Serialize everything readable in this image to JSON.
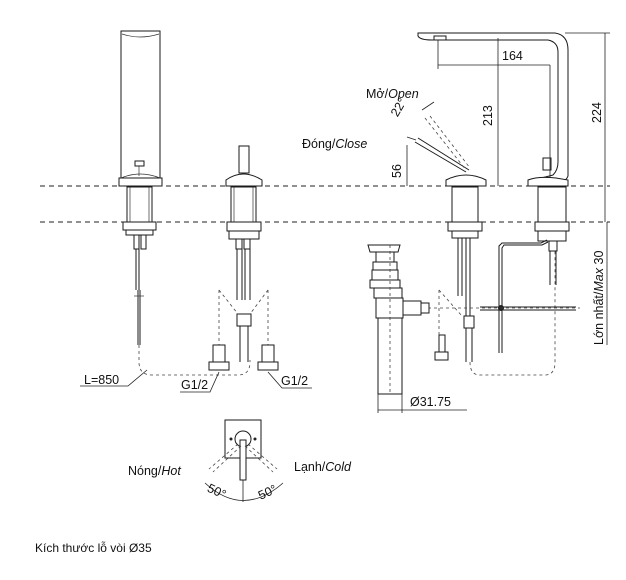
{
  "drawing": {
    "title": "Faucet installation dimension drawing",
    "dimensions": {
      "spout_reach": "164",
      "spout_height": "213",
      "total_height": "224",
      "lever_height": "56",
      "lever_angle": "22°",
      "max_thickness": "Lớn nhất/Max 30",
      "drain_diameter": "Ø31.75",
      "hose_length": "L=850",
      "inlet_left": "G1/2",
      "inlet_right": "G1/2",
      "hot_angle": "50°",
      "cold_angle": "50°"
    },
    "labels": {
      "open_vi": "Mở/",
      "open_en": "Open",
      "close_vi": "Đóng/",
      "close_en": "Close",
      "hot_vi": "Nóng/",
      "hot_en": "Hot",
      "cold_vi": "Lạnh/",
      "cold_en": "Cold",
      "max_vi": "Lớn nhất/",
      "max_en": "Max",
      "max_val": " 30"
    },
    "caption": "Kích thước lỗ vòi Ø35"
  }
}
